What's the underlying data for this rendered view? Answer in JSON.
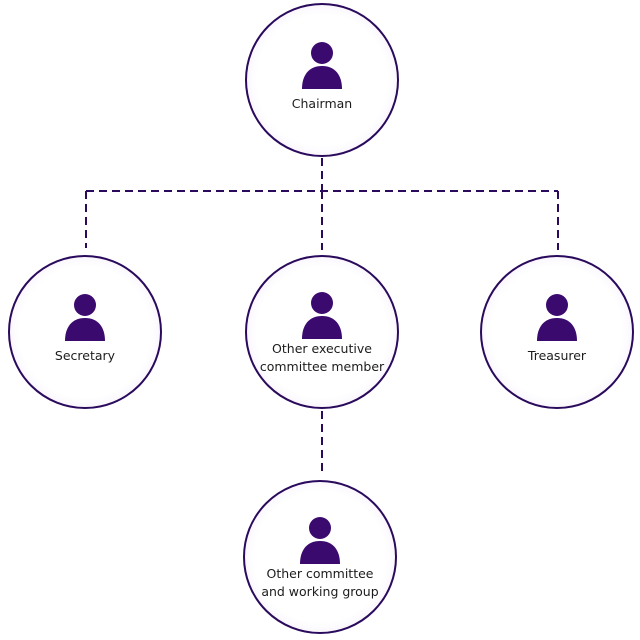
{
  "diagram": {
    "colors": {
      "line": "#2a0a5c",
      "icon": "#3b0a6e",
      "node_border": "#2a0a5c",
      "node_glow": "#e4d9f1"
    },
    "icon": "person-icon",
    "nodes": {
      "chairman": {
        "label": "Chairman"
      },
      "secretary": {
        "label": "Secretary"
      },
      "other_exec": {
        "label": "Other executive\ncommittee member"
      },
      "treasurer": {
        "label": "Treasurer"
      },
      "other_committee": {
        "label": "Other committee\nand working group"
      }
    }
  }
}
